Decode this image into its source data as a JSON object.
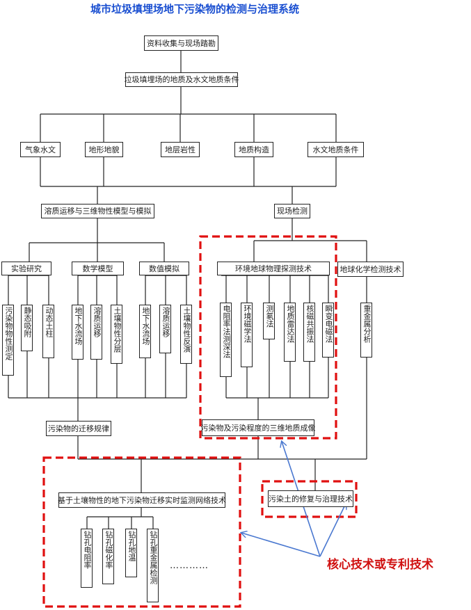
{
  "title": "城市垃圾填埋场地下污染物的检测与治理系统",
  "nodes": {
    "collect": "资料收集与现场踏勘",
    "geology": "垃圾填埋场的地质及水文地质条件",
    "climate": "气象水文",
    "terrain": "地形地貌",
    "lithology": "地层岩性",
    "structure": "地质构造",
    "hydro": "水文地质条件",
    "transport": "溶质运移与三维物性模型与模拟",
    "field": "现场检测",
    "experiment": "实验研究",
    "math_model": "数学模型",
    "numeric_sim": "数值模拟",
    "geophys": "环境地球物理探测技术",
    "geochem": "地球化学检测技术",
    "v1": "污染物物性测定",
    "v2": "静态吸附",
    "v3": "动态土柱",
    "v4": "地下水流场",
    "v5": "溶质运移",
    "v6": "土壤物性分层",
    "v7": "地下水流场",
    "v8": "溶质运移",
    "v9": "土壤物性反演",
    "g1": "电阻率法测深法",
    "g2": "环境磁学法",
    "g3": "测氡法",
    "g4": "地质雷达法",
    "g5": "核磁共振法",
    "g6": "瞬变电磁法",
    "heavy": "重金属分析",
    "migration": "污染物的迁移规律",
    "imaging": "污染物及污染程度的三维地质成像",
    "monitor": "基于土壤物性的地下污染物迁移实时监测网络技术",
    "repair": "污染土的修复与治理技术",
    "b1": "钻孔电阻率",
    "b2": "钻孔磁化率",
    "b3": "钻孔地温",
    "b4": "钻孔重金属检测",
    "ellipsis": "…………",
    "callout": "核心技术或专利技术"
  },
  "colors": {
    "title": "#1a4fd1",
    "highlight": "#e01010",
    "arrow": "#4a78d0",
    "line": "#222222"
  }
}
